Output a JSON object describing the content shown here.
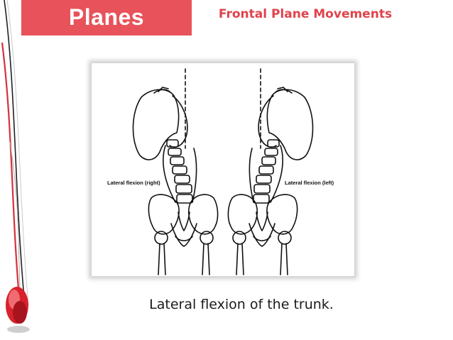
{
  "header": {
    "section_title": "Planes",
    "slide_subtitle": "Frontal Plane Movements"
  },
  "figure": {
    "left_label": "Lateral flexion (right)",
    "right_label": "Lateral flexion (left)"
  },
  "caption": "Lateral flexion of the trunk.",
  "colors": {
    "accent": "#e8525a",
    "subtitle": "#e0434c"
  }
}
